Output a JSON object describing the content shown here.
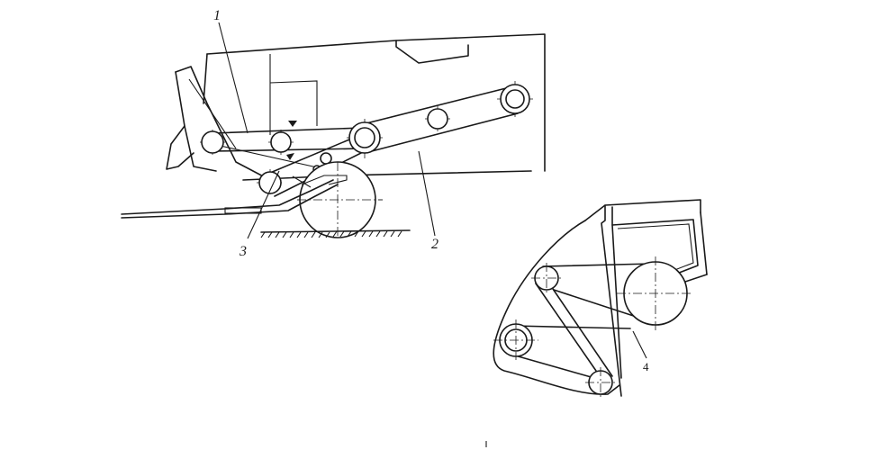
{
  "labels": {
    "one": "1",
    "two": "2",
    "three": "3",
    "four": "4"
  },
  "colors": {
    "ink": "#1a1a1a",
    "background": "#ffffff"
  }
}
